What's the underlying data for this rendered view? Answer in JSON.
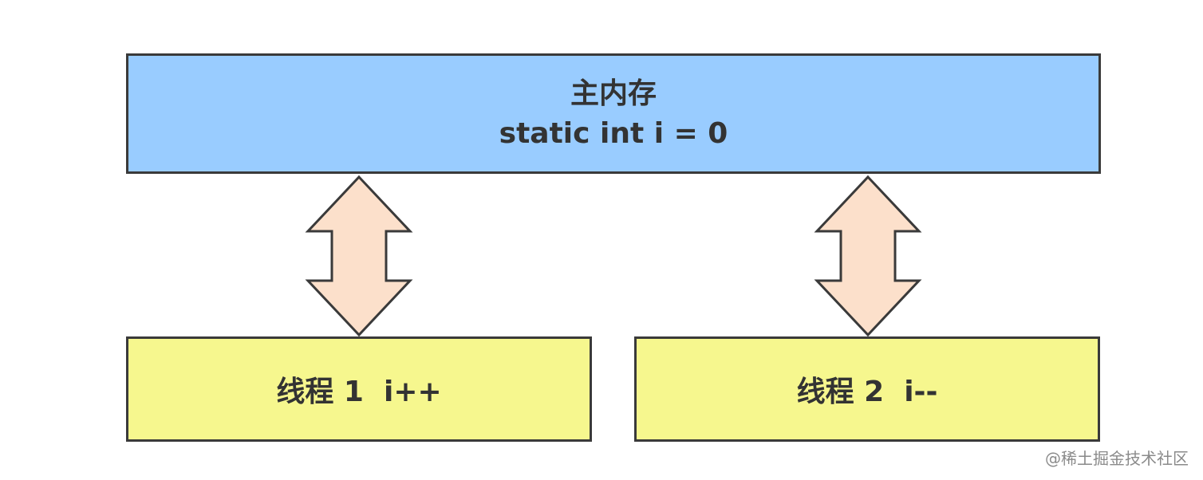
{
  "main_memory": {
    "title": "主内存",
    "code": "static int i = 0"
  },
  "threads": [
    {
      "label": "线程 1  i++"
    },
    {
      "label": "线程 2  i--"
    }
  ],
  "watermark": "@稀土掘金技术社区",
  "colors": {
    "main_memory_fill": "#99ccff",
    "thread_fill": "#f6f78e",
    "arrow_fill": "#fce0cb",
    "border": "#3a3a3a"
  }
}
